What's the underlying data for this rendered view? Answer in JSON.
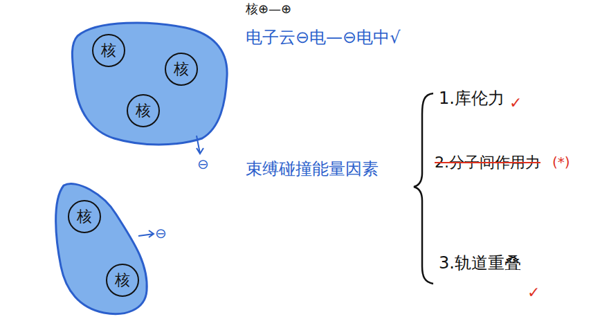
{
  "diagram": {
    "nodes": [
      {
        "text": [
          "核"
        ]
      },
      {
        "text": [
          "核"
        ]
      },
      {
        "text": [
          "核"
        ]
      },
      {
        "text": [
          "核"
        ]
      },
      {
        "text": [
          "核"
        ]
      }
    ],
    "labels": [
      "核⊕—⊕",
      "电子云⊖电—⊖电中√",
      "⊖",
      "⊖",
      "束缚碰撞能量因素",
      "1.库伦力",
      "✓",
      "2.分子间作用力",
      "(*)",
      "3.轨道重叠",
      "✓"
    ]
  }
}
